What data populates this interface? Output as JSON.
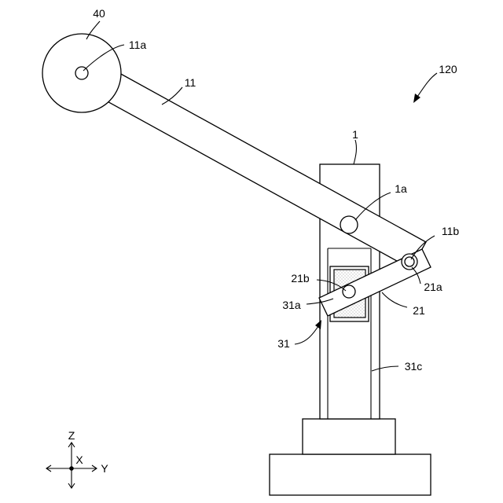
{
  "figure": {
    "labels": {
      "ref_40": "40",
      "ref_11a": "11a",
      "ref_11": "11",
      "ref_120": "120",
      "ref_1": "1",
      "ref_1a": "1a",
      "ref_11b": "11b",
      "ref_21b": "21b",
      "ref_21a": "21a",
      "ref_31a": "31a",
      "ref_21": "21",
      "ref_31": "31",
      "ref_31c": "31c"
    },
    "axes": {
      "z": "Z",
      "x": "X",
      "y": "Y"
    },
    "colors": {
      "stroke": "#000000",
      "background": "#ffffff",
      "stipple": "#9a9a9a"
    }
  }
}
